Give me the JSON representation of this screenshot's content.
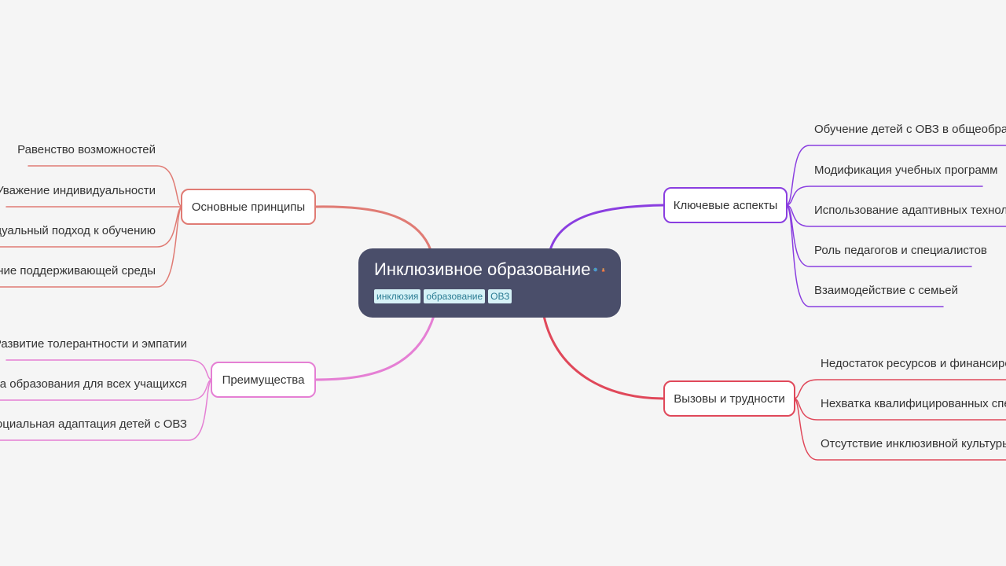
{
  "root": {
    "title": "Инклюзивное образование",
    "icons": [
      "globe-icon",
      "teacher-icon"
    ],
    "tags": [
      "инклюзия",
      "образование",
      "ОВЗ"
    ],
    "color": "#4a4e6a"
  },
  "branches": {
    "principles": {
      "label": "Основные принципы",
      "color": "#e07b74",
      "items": [
        "Равенство возможностей",
        "Уважение индивидуальности",
        "Индивидуальный подход к обучению",
        "Создание поддерживающей среды"
      ]
    },
    "benefits": {
      "label": "Преимущества",
      "color": "#e57fd4",
      "items": [
        "Развитие толерантности и эмпатии",
        "Повышение качества образования для всех учащихся",
        "Успешная социальная адаптация детей с ОВЗ"
      ]
    },
    "aspects": {
      "label": "Ключевые аспекты",
      "color": "#8a3ee0",
      "items": [
        "Обучение детей с ОВЗ в общеобразовательных школах",
        "Модификация учебных программ",
        "Использование адаптивных технологий",
        "Роль педагогов и специалистов",
        "Взаимодействие с семьей"
      ]
    },
    "challenges": {
      "label": "Вызовы и трудности",
      "color": "#e0485a",
      "items": [
        "Недостаток ресурсов и финансирования",
        "Нехватка квалифицированных специалистов",
        "Отсутствие инклюзивной культуры в обществе"
      ]
    }
  }
}
